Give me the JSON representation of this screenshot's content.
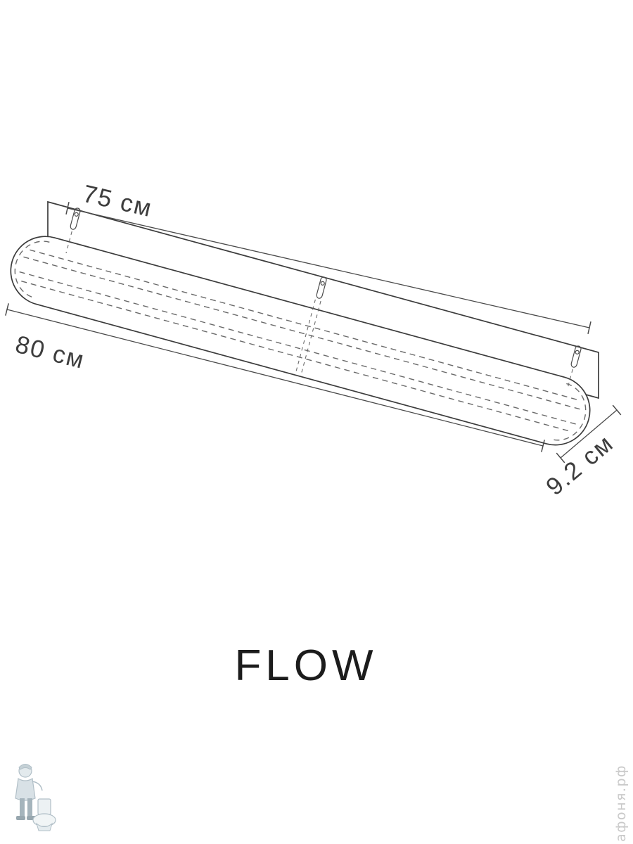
{
  "diagram": {
    "product_name": "FLOW",
    "dimensions": {
      "width_top": "75 см",
      "width_bottom": "80 см",
      "depth": "9.2 см"
    },
    "drawing": {
      "type": "isometric-technical-drawing",
      "subject": "wall-mounted elongated capsule light fixture with back mounting plate",
      "mount_points": 3
    },
    "colors": {
      "background": "#ffffff",
      "solid_line": "#3c3c3c",
      "hidden_line": "#6a6a6a",
      "dimension_text": "#3d3d3d",
      "title_text": "#1c1c1c",
      "watermark": "#c9c9c9",
      "logo": "#9eb0ba"
    },
    "watermark": {
      "text": "афоня.рф",
      "logo": "plumber-with-toilet-logo"
    }
  }
}
